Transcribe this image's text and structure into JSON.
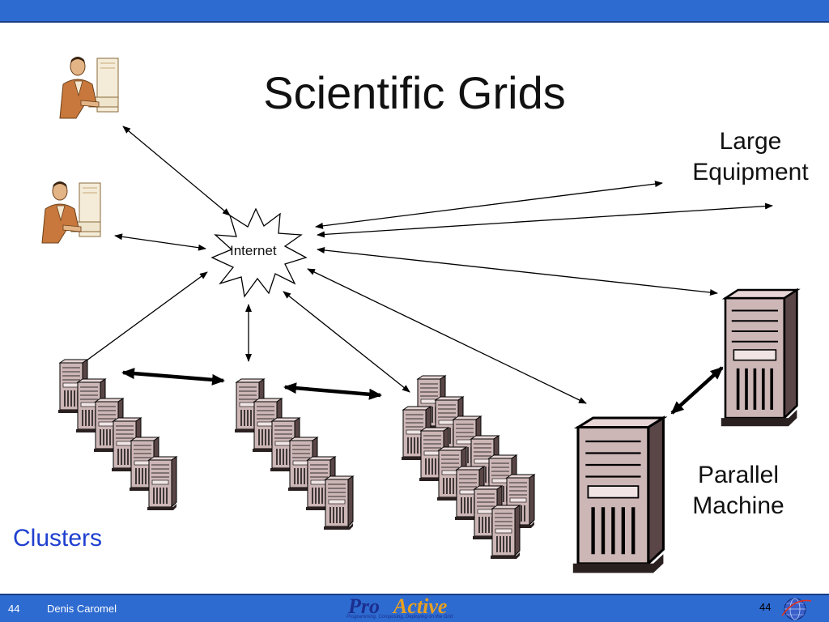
{
  "slide": {
    "title": "Scientific Grids",
    "slide_number": "44",
    "slide_number_right": "44",
    "author": "Denis Caromel"
  },
  "nodes": {
    "internet": "Internet",
    "large_equipment_line1": "Large",
    "large_equipment_line2": "Equipment",
    "parallel_machine_line1": "Parallel",
    "parallel_machine_line2": "Machine",
    "clusters": "Clusters"
  },
  "logo": {
    "pro": "Pro",
    "active": "Active",
    "tagline": "Programming, Composing, Deploying on the Grid"
  },
  "colors": {
    "bar": "#2e6bd1",
    "bar_border": "#1a3f86",
    "clusters_text": "#1f3fcf",
    "logo_pro": "#1b2f8f",
    "logo_active": "#e8a020"
  },
  "icons": {
    "user": "person-at-computer-icon",
    "server": "tower-server-icon",
    "internet": "explosion-star-icon",
    "globe": "globe-icon"
  }
}
